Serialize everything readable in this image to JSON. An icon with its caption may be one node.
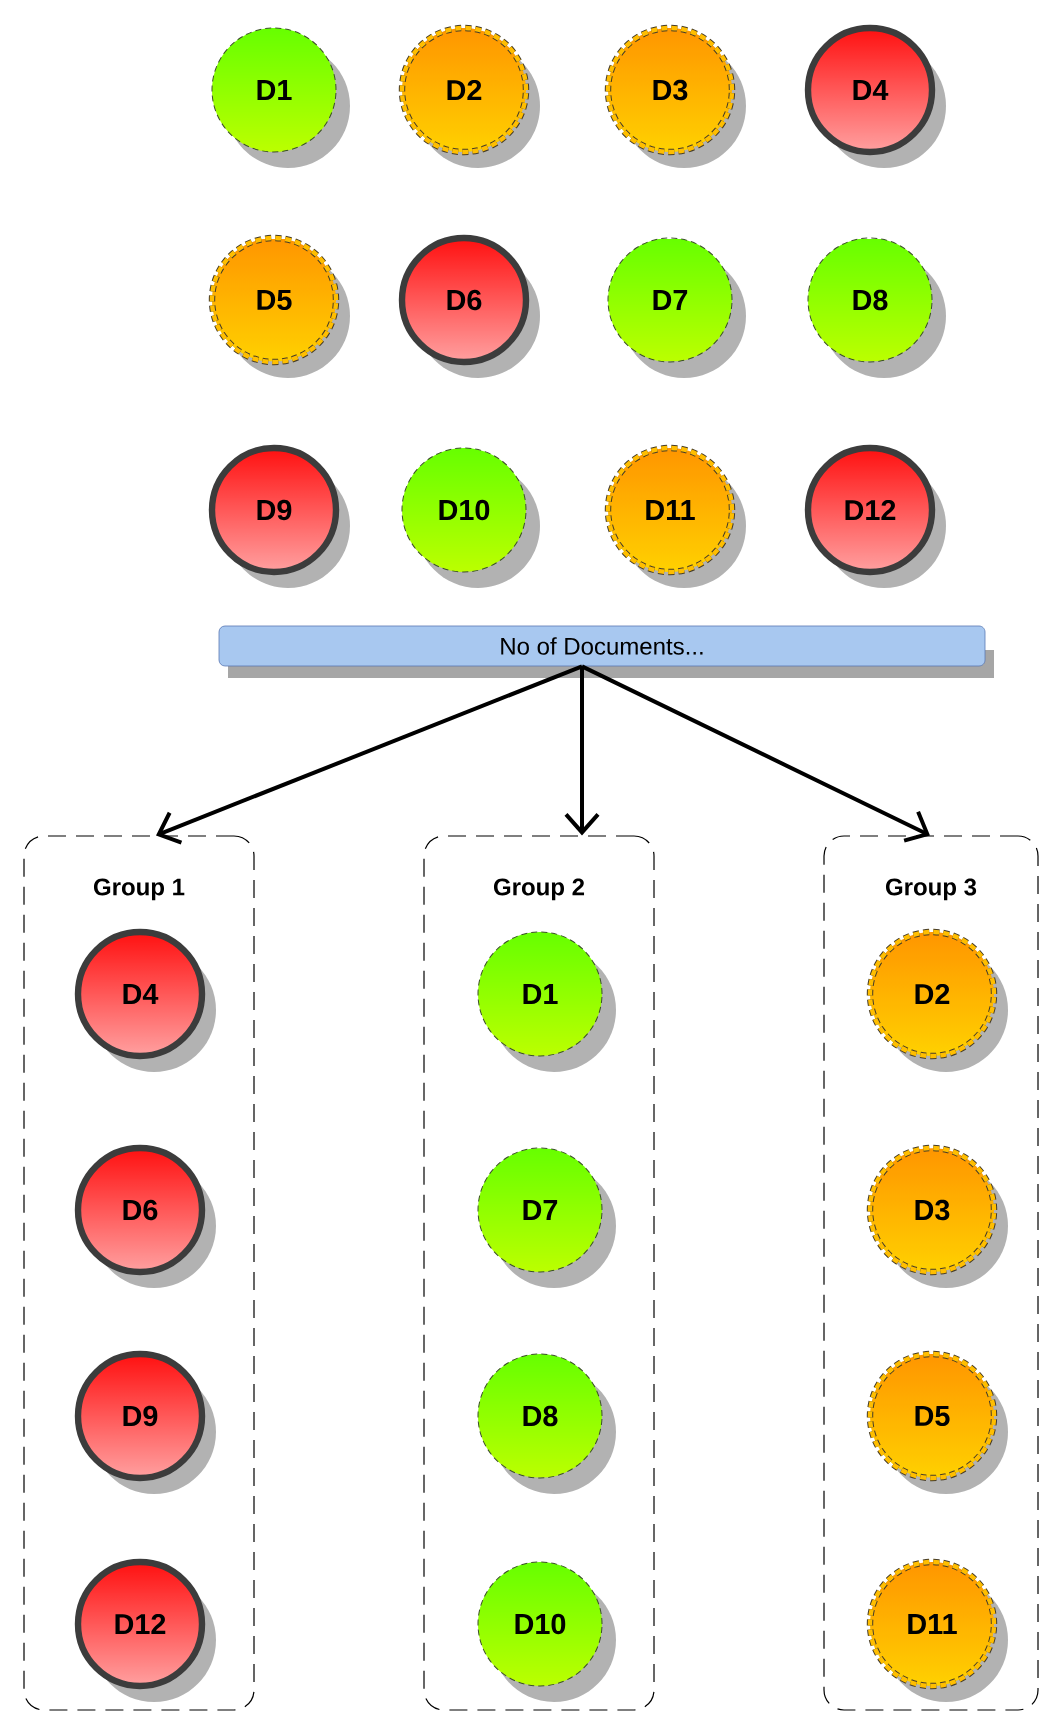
{
  "diagram": {
    "nodes": [
      {
        "text": [
          "D1"
        ]
      },
      {
        "text": [
          "D2"
        ]
      },
      {
        "text": [
          "D3"
        ]
      },
      {
        "text": [
          "D4"
        ]
      },
      {
        "text": [
          "D5"
        ]
      },
      {
        "text": [
          "D6"
        ]
      },
      {
        "text": [
          "D7"
        ]
      },
      {
        "text": [
          "D8"
        ]
      },
      {
        "text": [
          "D9"
        ]
      },
      {
        "text": [
          "D10"
        ]
      },
      {
        "text": [
          "D11"
        ]
      },
      {
        "text": [
          "D12"
        ]
      },
      {
        "text": [
          "No of Documents..."
        ]
      },
      {
        "text": [
          "Group 1"
        ]
      },
      {
        "text": [
          "D4"
        ],
        "in": 13
      },
      {
        "text": [
          "D6"
        ],
        "in": 13
      },
      {
        "text": [
          "D9"
        ],
        "in": 13
      },
      {
        "text": [
          "D12"
        ],
        "in": 13
      },
      {
        "text": [
          "Group 2"
        ]
      },
      {
        "text": [
          "D1"
        ],
        "in": 18
      },
      {
        "text": [
          "D7"
        ],
        "in": 18
      },
      {
        "text": [
          "D8"
        ],
        "in": 18
      },
      {
        "text": [
          "D10"
        ],
        "in": 18
      },
      {
        "text": [
          "Group 3"
        ]
      },
      {
        "text": [
          "D2"
        ],
        "in": 23
      },
      {
        "text": [
          "D3"
        ],
        "in": 23
      },
      {
        "text": [
          "D5"
        ],
        "in": 23
      },
      {
        "text": [
          "D11"
        ],
        "in": 23
      }
    ],
    "edges": [
      {
        "from": 12,
        "to": 13,
        "arrow": "to"
      },
      {
        "from": 12,
        "to": 18,
        "arrow": "to"
      },
      {
        "from": 12,
        "to": 23,
        "arrow": "to"
      }
    ]
  }
}
